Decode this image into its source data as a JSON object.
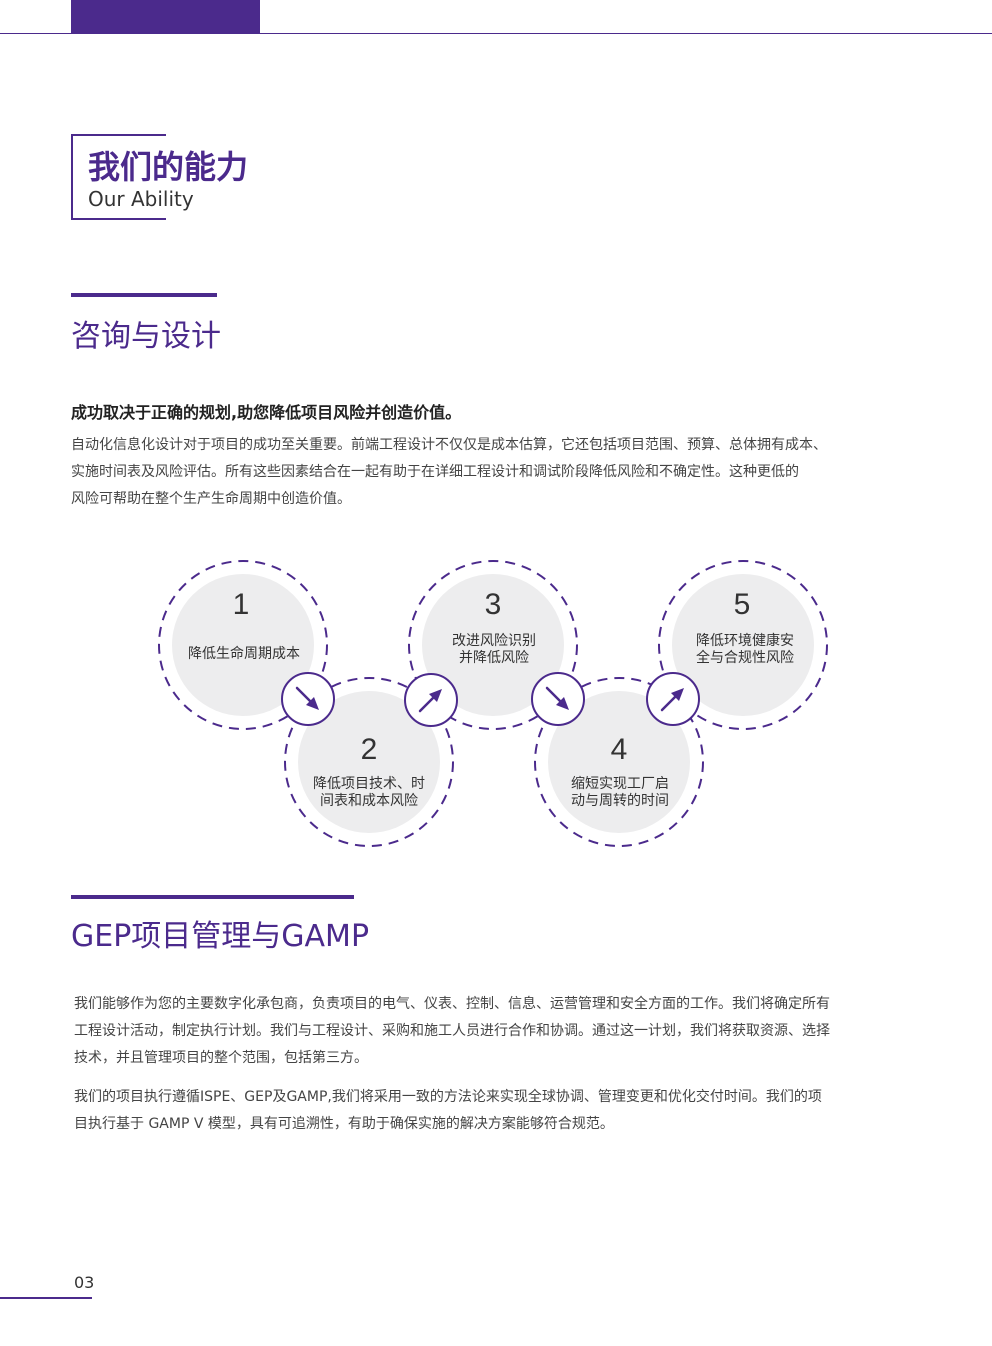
{
  "page": {
    "number": "03"
  },
  "title": {
    "cn": "我们的能力",
    "en": "Our Ability"
  },
  "section1": {
    "heading": "咨询与设计",
    "lead": "成功取决于正确的规划,助您降低项目风险并创造价值。",
    "para_lines": [
      "自动化信息化设计对于项目的成功至关重要。前端工程设计不仅仅是成本估算，它还包括项目范围、预算、总体拥有成本、",
      "实施时间表及风险评估。所有这些因素结合在一起有助于在详细工程设计和调试阶段降低风险和不确定性。这种更低的",
      "风险可帮助在整个生产生命周期中创造价值。"
    ]
  },
  "steps": [
    {
      "num": "1",
      "lines": [
        "降低生命周期成本"
      ]
    },
    {
      "num": "2",
      "lines": [
        "降低项目技术、时",
        "间表和成本风险"
      ]
    },
    {
      "num": "3",
      "lines": [
        "改进风险识别",
        "并降低风险"
      ]
    },
    {
      "num": "4",
      "lines": [
        "缩短实现工厂启",
        "动与周转的时间"
      ]
    },
    {
      "num": "5",
      "lines": [
        "降低环境健康安",
        "全与合规性风险"
      ]
    }
  ],
  "section2": {
    "heading": "GEP项目管理与GAMP",
    "para1_lines": [
      "我们能够作为您的主要数字化承包商，负责项目的电气、仪表、控制、信息、运营管理和安全方面的工作。我们将确定所有",
      "工程设计活动，制定执行计划。我们与工程设计、采购和施工人员进行合作和协调。通过这一计划，我们将获取资源、选择",
      "技术，并且管理项目的整个范围，包括第三方。"
    ],
    "para2_lines": [
      "我们的项目执行遵循ISPE、GEP及GAMP,我们将采用一致的方法论来实现全球协调、管理变更和优化交付时间。我们的项",
      "目执行基于 GAMP V 模型，具有可追溯性，有助于确保实施的解决方案能够符合规范。"
    ]
  },
  "colors": {
    "accent": "#4b2a8c",
    "circle_fill": "#ededee",
    "text": "#333333"
  },
  "icons": {
    "arrows": [
      "arrow-down-right-icon",
      "arrow-up-right-icon",
      "arrow-down-right-icon",
      "arrow-up-right-icon"
    ]
  }
}
